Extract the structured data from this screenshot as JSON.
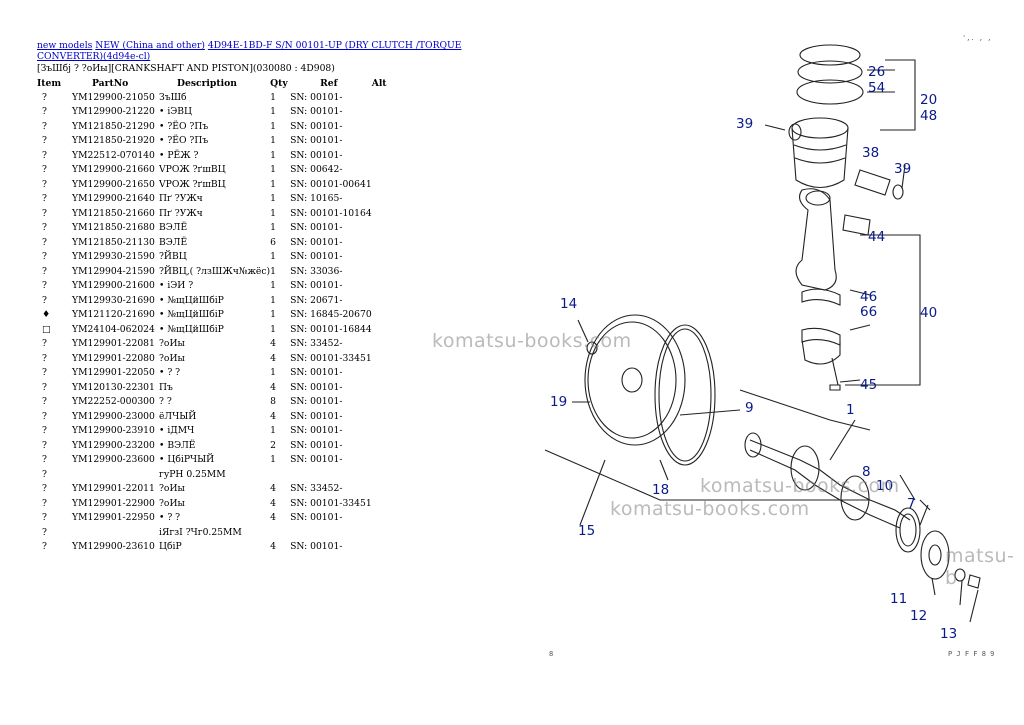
{
  "breadcrumb": {
    "link1": "new models",
    "link2": "NEW (China and other)",
    "link3": "4D94E-1BD-F S/N 00101-UP (DRY CLUTCH /TORQUE CONVERTER)(4d94e-cl)"
  },
  "section_title": "[ЗъШбј ? ?оИы][CRANKSHAFT AND PISTON](030080 : 4D908)",
  "table": {
    "headers": [
      "Item",
      "PartNo",
      "Description",
      "Qty",
      "Ref",
      "Alt"
    ],
    "rows": [
      [
        "?",
        "YM129900-21050",
        "ЗъШб",
        "1",
        "SN: 00101-"
      ],
      [
        "?",
        "YM129900-21220",
        "• іЭВЦ",
        "1",
        "SN: 00101-"
      ],
      [
        "?",
        "YM121850-21290",
        "• ?ЁО ?Пъ",
        "1",
        "SN: 00101-"
      ],
      [
        "?",
        "YM121850-21920",
        "• ?ЁО ?Пъ",
        "1",
        "SN: 00101-"
      ],
      [
        "?",
        "YM22512-070140",
        "• РЁЖ ?",
        "1",
        "SN: 00101-"
      ],
      [
        "?",
        "YM129900-21660",
        "VРОЖ ?ґшВЦ",
        "1",
        "SN: 00642-"
      ],
      [
        "?",
        "YM129900-21650",
        "VРОЖ ?ґшВЦ",
        "1",
        "SN: 00101-00641"
      ],
      [
        "?",
        "YM129900-21640",
        "Пґ ?УЖч",
        "1",
        "SN: 10165-"
      ],
      [
        "?",
        "YM121850-21660",
        "Пґ ?УЖч",
        "1",
        "SN: 00101-10164"
      ],
      [
        "?",
        "YM121850-21680",
        "ВЭЛЁ",
        "1",
        "SN: 00101-"
      ],
      [
        "?",
        "YM121850-21130",
        "ВЭЛЁ",
        "6",
        "SN: 00101-"
      ],
      [
        "?",
        "YM129930-21590",
        "?ЙВЦ",
        "1",
        "SN: 00101-"
      ],
      [
        "?",
        "YM129904-21590",
        "?ЙВЦ,( ?лзШЖч№жёс)",
        "1",
        "SN: 33036-"
      ],
      [
        "?",
        "YM129900-21600",
        "• іЭИ ?",
        "1",
        "SN: 00101-"
      ],
      [
        "?",
        "YM129930-21690",
        "• №щЦйШбіР",
        "1",
        "SN: 20671-"
      ],
      [
        "♦",
        "YM121120-21690",
        "• №щЦйШбіР",
        "1",
        "SN: 16845-20670"
      ],
      [
        "□",
        "YM24104-062024",
        "• №щЦйШбіР",
        "1",
        "SN: 00101-16844"
      ],
      [
        "?",
        "YM129901-22081",
        "?оИы",
        "4",
        "SN: 33452-"
      ],
      [
        "?",
        "YM129901-22080",
        "?оИы",
        "4",
        "SN: 00101-33451"
      ],
      [
        "?",
        "YM129901-22050",
        "• ? ?",
        "1",
        "SN: 00101-"
      ],
      [
        "?",
        "YM120130-22301",
        "Пъ",
        "4",
        "SN: 00101-"
      ],
      [
        "?",
        "YM22252-000300",
        "? ?",
        "8",
        "SN: 00101-"
      ],
      [
        "?",
        "YM129900-23000",
        "ёЛЧЫЙ",
        "4",
        "SN: 00101-"
      ],
      [
        "?",
        "YM129900-23910",
        "• іДМЧ",
        "1",
        "SN: 00101-"
      ],
      [
        "?",
        "YM129900-23200",
        "• ВЭЛЁ",
        "2",
        "SN: 00101-"
      ],
      [
        "?",
        "YM129900-23600",
        "• ЦбіРЧЫЙ",
        "1",
        "SN: 00101-"
      ],
      [
        "?",
        "",
        "гуРН 0.25MM",
        "",
        ""
      ],
      [
        "?",
        "YM129901-22011",
        "?оИы",
        "4",
        "SN: 33452-"
      ],
      [
        "?",
        "YM129901-22900",
        "?оИы",
        "4",
        "SN: 00101-33451"
      ],
      [
        "?",
        "YM129901-22950",
        "• ? ?",
        "4",
        "SN: 00101-"
      ],
      [
        "?",
        "",
        "іЯгзІ ?Чг0.25MM",
        "",
        ""
      ],
      [
        "?",
        "YM129900-23610",
        "ЦбіР",
        "4",
        "SN: 00101-"
      ]
    ]
  },
  "diagram": {
    "callouts": [
      "26",
      "54",
      "20",
      "48",
      "39",
      "38",
      "39",
      "44",
      "14",
      "46",
      "66",
      "40",
      "45",
      "19",
      "9",
      "1",
      "8",
      "10",
      "7",
      "18",
      "15",
      "11",
      "12",
      "13"
    ],
    "corner_mark": "',. , ,",
    "page_left": "8",
    "page_right": "P J F F 8 9"
  },
  "watermarks": [
    "komatsu-books.com",
    "komatsu-books.com",
    "komatsu-books.com",
    "matsu-b"
  ]
}
